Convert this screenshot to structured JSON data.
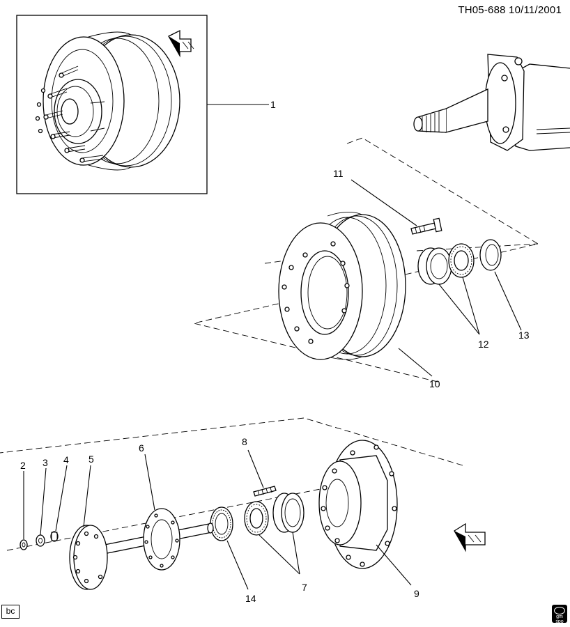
{
  "header": {
    "ref": "TH05-688 10/11/2001"
  },
  "callouts": [
    "1",
    "2",
    "3",
    "4",
    "5",
    "6",
    "7",
    "8",
    "9",
    "10",
    "11",
    "12",
    "13",
    "14"
  ],
  "footer": {
    "tag": "bc",
    "logo_line1": "gm",
    "logo_line2": "spo"
  }
}
